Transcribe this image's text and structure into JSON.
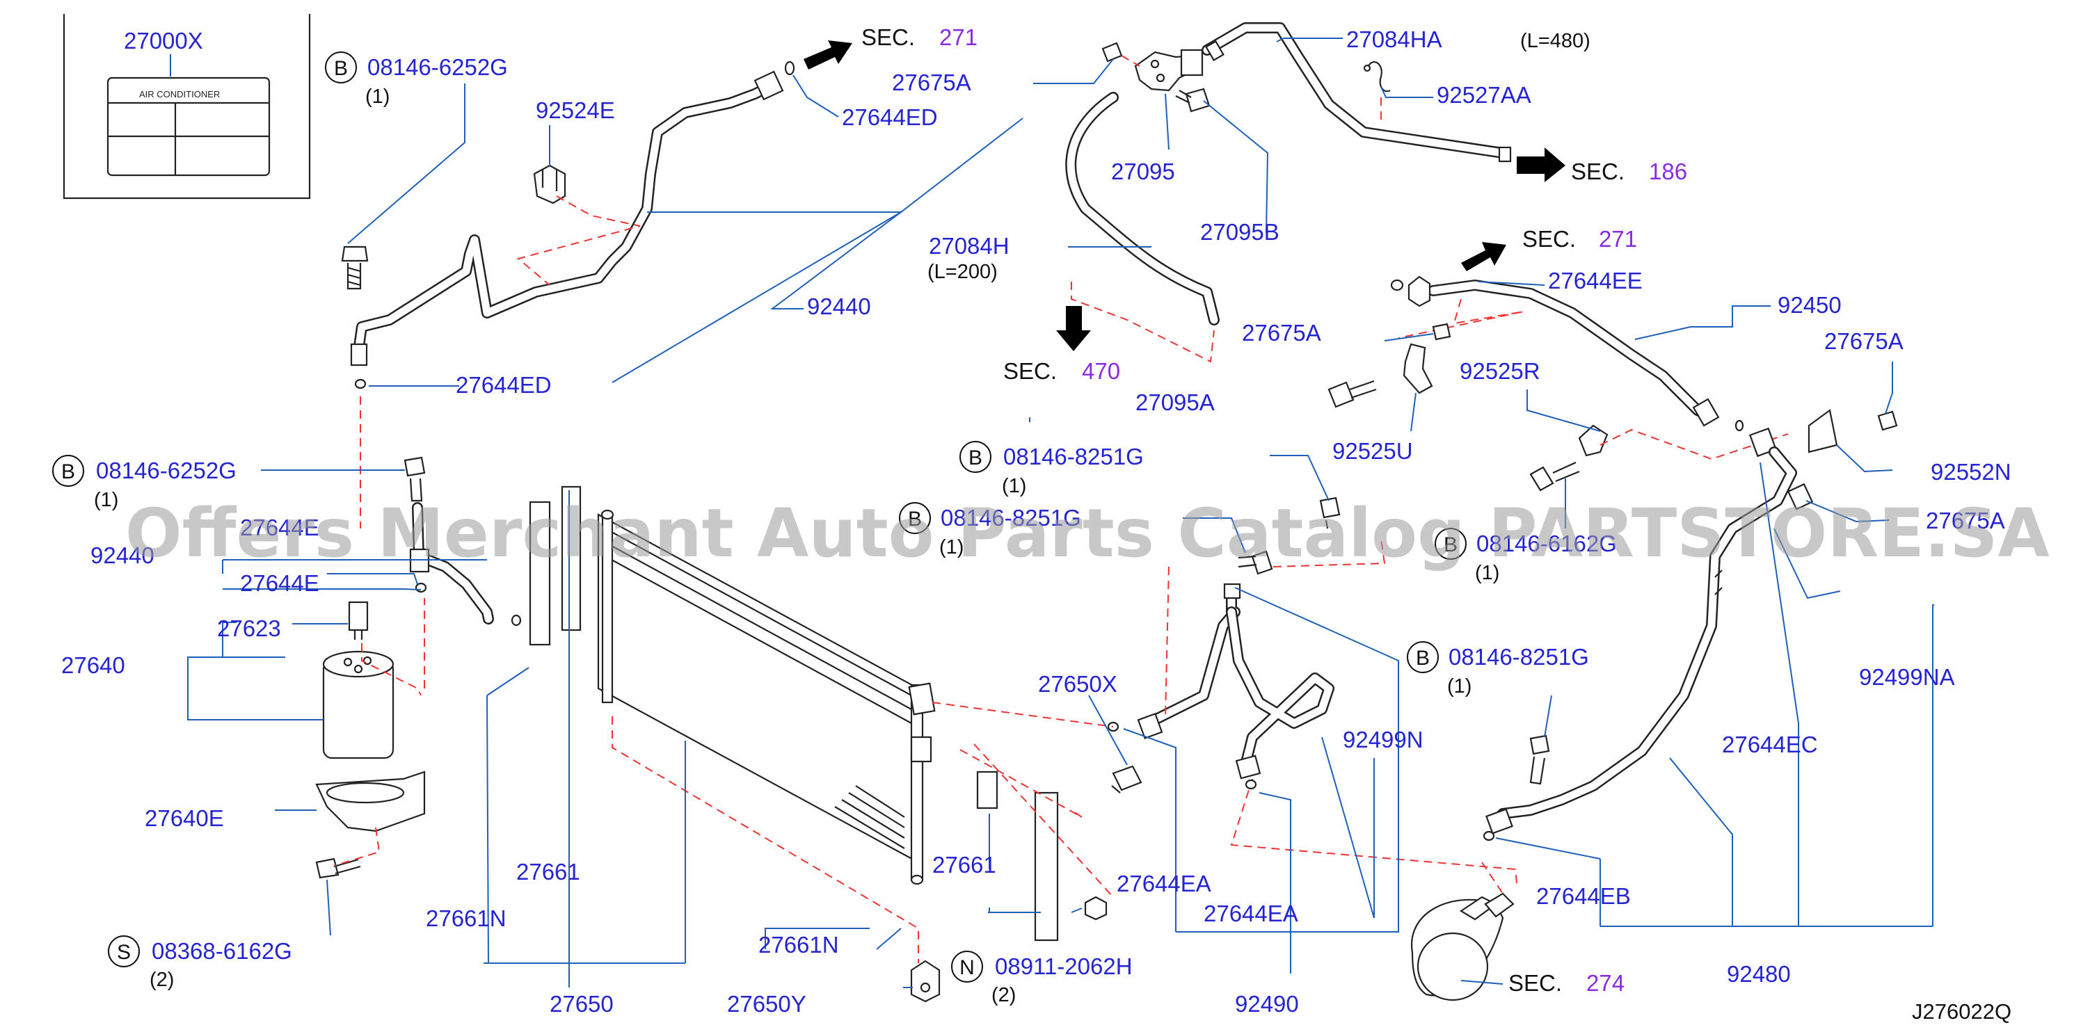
{
  "diagram_code": "J276022Q",
  "watermark": "Offers Merchant Auto Parts Catalog PARTSTORE.SA",
  "label_box": {
    "part": "27000X",
    "label_text": "AIR    CONDITIONER"
  },
  "sections": {
    "s271a": {
      "prefix": "SEC.",
      "num": "271"
    },
    "s186": {
      "prefix": "SEC.",
      "num": "186"
    },
    "s271b": {
      "prefix": "SEC.",
      "num": "271"
    },
    "s470": {
      "prefix": "SEC.",
      "num": "470"
    },
    "s274": {
      "prefix": "SEC.",
      "num": "274"
    }
  },
  "bolts": {
    "b1": {
      "symbol": "B",
      "part": "08146-6252G",
      "qty": "(1)"
    },
    "b2": {
      "symbol": "B",
      "part": "08146-6252G",
      "qty": "(1)"
    },
    "b3": {
      "symbol": "B",
      "part": "08146-8251G",
      "qty": "(1)"
    },
    "b4": {
      "symbol": "B",
      "part": "08146-8251G",
      "qty": "(1)"
    },
    "b5": {
      "symbol": "B",
      "part": "08146-6162G",
      "qty": "(1)"
    },
    "b6": {
      "symbol": "B",
      "part": "08146-8251G",
      "qty": "(1)"
    },
    "s1": {
      "symbol": "S",
      "part": "08368-6162G",
      "qty": "(2)"
    },
    "n1": {
      "symbol": "N",
      "part": "08911-2062H",
      "qty": "(2)"
    }
  },
  "parts": {
    "p92524E": "92524E",
    "p27644ED_top": "27644ED",
    "p27644ED_left": "27644ED",
    "p92440": "92440",
    "p27675A_top": "27675A",
    "p27095": "27095",
    "p27095B": "27095B",
    "p27084HA": "27084HA",
    "p27084HA_len": "(L=480)",
    "p92527AA": "92527AA",
    "p27084H": "27084H",
    "p27084H_len": "(L=200)",
    "p27675A_mid": "27675A",
    "p27095A": "27095A",
    "p27644EE": "27644EE",
    "p92450": "92450",
    "p27675A_right": "27675A",
    "p92525R": "92525R",
    "p92525U": "92525U",
    "p92552N": "92552N",
    "p27675A_right2": "27675A",
    "p27644E_a": "27644E",
    "p9244x": "92440",
    "p27644E_b": "27644E",
    "p27623": "27623",
    "p27640": "27640",
    "p27640E": "27640E",
    "p27661N_left": "27661N",
    "p27661_left": "27661",
    "p27650": "27650",
    "p27650X": "27650X",
    "p27661_right": "27661",
    "p27661N_right": "27661N",
    "p27650Y": "27650Y",
    "p27644EA_a": "27644EA",
    "p27644EA_b": "27644EA",
    "p92490": "92490",
    "p92499N": "92499N",
    "p92499NA": "92499NA",
    "p27644EC": "27644EC",
    "p27644EB": "27644EB",
    "p92480": "92480"
  },
  "colors": {
    "part_number": "#2424d0",
    "section_number": "#8a2be2",
    "leader": "#1f5fb8",
    "dashed": "#e33"
  }
}
